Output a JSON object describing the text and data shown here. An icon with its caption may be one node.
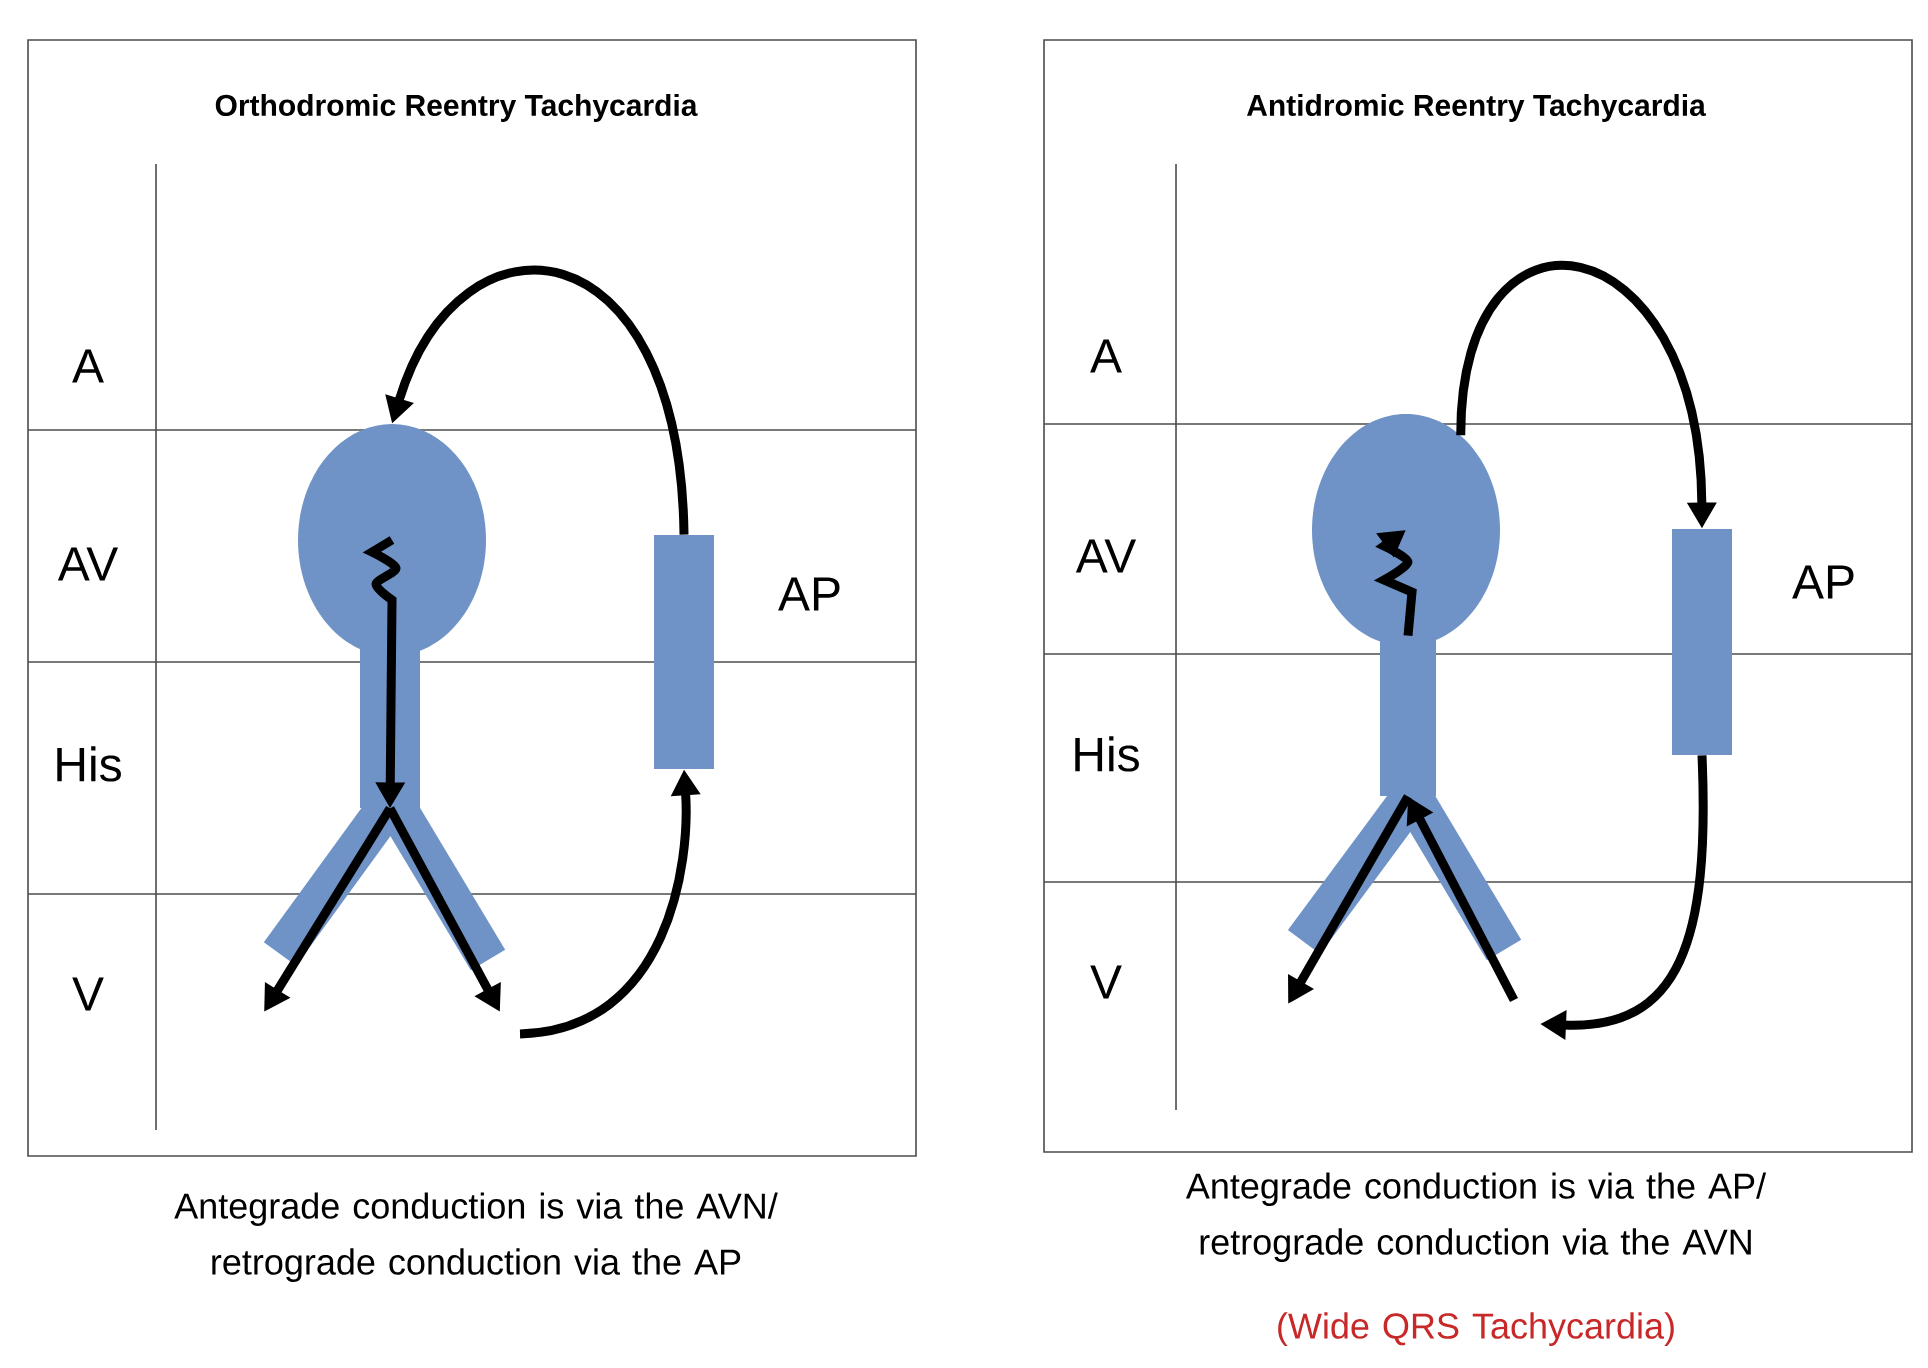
{
  "diagram": {
    "nodes": [
      {
        "text": [
          "Orthodromic Reentry Tachycardia"
        ]
      },
      {
        "text": [],
        "shape": "circle",
        "in": 0
      },
      {
        "text": [],
        "shape": "bar",
        "in": 0
      },
      {
        "text": [
          "AP"
        ],
        "in": 0
      },
      {
        "text": [
          "Antidromic Reentry Tachycardia"
        ]
      },
      {
        "text": [],
        "shape": "circle",
        "in": 4
      },
      {
        "text": [],
        "shape": "bar",
        "in": 4
      },
      {
        "text": [
          "AP"
        ],
        "in": 4
      }
    ],
    "edges": [
      {
        "from": null,
        "to": 3,
        "arrow": "to"
      },
      {
        "from": 3,
        "to": 1,
        "arrow": "to"
      },
      {
        "from": 1,
        "to": 2,
        "arrow": "to"
      },
      {
        "from": 2,
        "to": null,
        "arrow": "to"
      },
      {
        "from": 2,
        "to": null,
        "arrow": "to"
      },
      {
        "from": 5,
        "to": 7,
        "arrow": "to"
      },
      {
        "from": 7,
        "to": null,
        "arrow": "to"
      },
      {
        "from": 6,
        "to": 5,
        "arrow": "to"
      },
      {
        "from": 6,
        "to": null,
        "arrow": "to"
      },
      {
        "from": null,
        "to": 6,
        "arrow": "to"
      }
    ],
    "labels": [
      "A",
      "AV",
      "His",
      "V",
      "A",
      "AV",
      "His",
      "V",
      "Antegrade conduction is via the AVN/ retrograde conduction via the AP",
      "Antegrade conduction is via the AP/ retrograde conduction via the AVN",
      "(Wide QRS Tachycardia)"
    ]
  }
}
